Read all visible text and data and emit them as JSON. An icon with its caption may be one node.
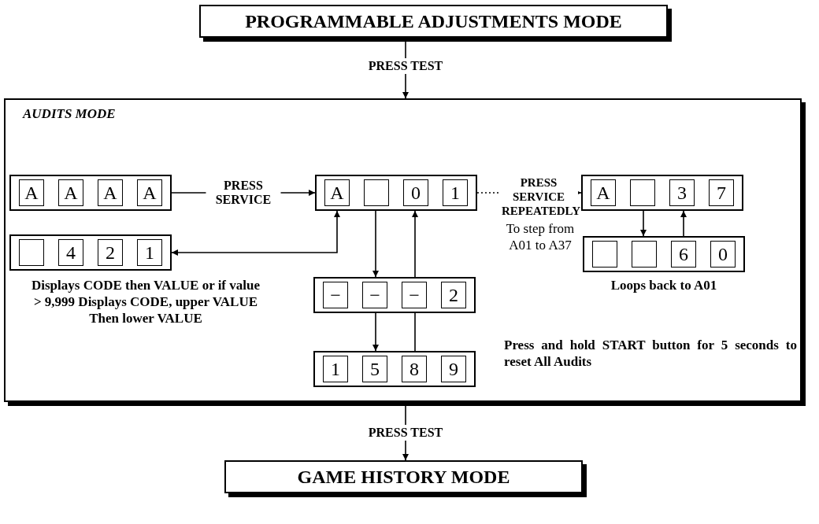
{
  "diagram": {
    "nodes": [
      {
        "text": [
          "PROGRAMMABLE ADJUSTMENTS MODE"
        ]
      },
      {
        "text": [
          "AUDITS MODE"
        ]
      },
      {
        "text": [],
        "shape": "box",
        "in": 1
      },
      {
        "text": [
          "A"
        ],
        "in": 2
      },
      {
        "text": [
          "A"
        ],
        "in": 2
      },
      {
        "text": [
          "A"
        ],
        "in": 2
      },
      {
        "text": [
          "A"
        ],
        "in": 2
      },
      {
        "text": [],
        "shape": "box",
        "in": 1
      },
      {
        "text": [
          "A"
        ],
        "in": 7
      },
      {
        "text": [],
        "shape": "box",
        "in": 7
      },
      {
        "text": [
          "0"
        ],
        "in": 7
      },
      {
        "text": [
          "1"
        ],
        "in": 7
      },
      {
        "text": [],
        "shape": "box",
        "in": 1
      },
      {
        "text": [
          "A"
        ],
        "in": 12
      },
      {
        "text": [],
        "shape": "box",
        "in": 12
      },
      {
        "text": [
          "3"
        ],
        "in": 12
      },
      {
        "text": [
          "7"
        ],
        "in": 12
      },
      {
        "text": [],
        "shape": "box",
        "in": 1
      },
      {
        "text": [],
        "shape": "box",
        "in": 17
      },
      {
        "text": [
          "4"
        ],
        "in": 17
      },
      {
        "text": [
          "2"
        ],
        "in": 17
      },
      {
        "text": [
          "1"
        ],
        "in": 17
      },
      {
        "text": [],
        "shape": "box",
        "in": 1
      },
      {
        "text": [],
        "shape": "box",
        "in": 22
      },
      {
        "text": [],
        "shape": "box",
        "in": 22
      },
      {
        "text": [
          "6"
        ],
        "in": 22
      },
      {
        "text": [
          "0"
        ],
        "in": 22
      },
      {
        "text": [],
        "shape": "box",
        "in": 1
      },
      {
        "text": [
          "−"
        ],
        "in": 27
      },
      {
        "text": [
          "−"
        ],
        "in": 27
      },
      {
        "text": [
          "−"
        ],
        "in": 27
      },
      {
        "text": [
          "2"
        ],
        "in": 27
      },
      {
        "text": [],
        "shape": "box",
        "in": 1
      },
      {
        "text": [
          "1"
        ],
        "in": 32
      },
      {
        "text": [
          "5"
        ],
        "in": 32
      },
      {
        "text": [
          "8"
        ],
        "in": 32
      },
      {
        "text": [
          "9"
        ],
        "in": 32
      },
      {
        "text": [
          "GAME HISTORY MODE"
        ]
      }
    ],
    "edges": [
      {
        "from": 0,
        "to": 1,
        "arrow": "to",
        "label": "PRESS TEST"
      },
      {
        "from": 2,
        "to": 7,
        "arrow": "to",
        "label": "PRESS SERVICE"
      },
      {
        "from": 7,
        "to": 12,
        "arrow": "to",
        "label": "PRESS SERVICE REPEATEDLY",
        "style": "dashed"
      },
      {
        "from": 7,
        "to": 17,
        "arrow": "both"
      },
      {
        "from": 7,
        "to": 27,
        "arrow": "to"
      },
      {
        "from": 27,
        "to": 7,
        "arrow": "to"
      },
      {
        "from": 27,
        "to": 32,
        "arrow": "to"
      },
      {
        "from": 32,
        "to": 27,
        "arrow": "none"
      },
      {
        "from": 12,
        "to": 22,
        "arrow": "to"
      },
      {
        "from": 22,
        "to": 12,
        "arrow": "to"
      },
      {
        "from": 1,
        "to": 37,
        "arrow": "to",
        "label": "PRESS TEST"
      }
    ],
    "labels": [
      "To step from A01 to A37",
      "Displays CODE then VALUE or if value > 9,999 Displays CODE, upper VALUE Then lower VALUE",
      "Loops back to A01",
      "Press and hold START button for 5 seconds to reset All Audits"
    ]
  }
}
